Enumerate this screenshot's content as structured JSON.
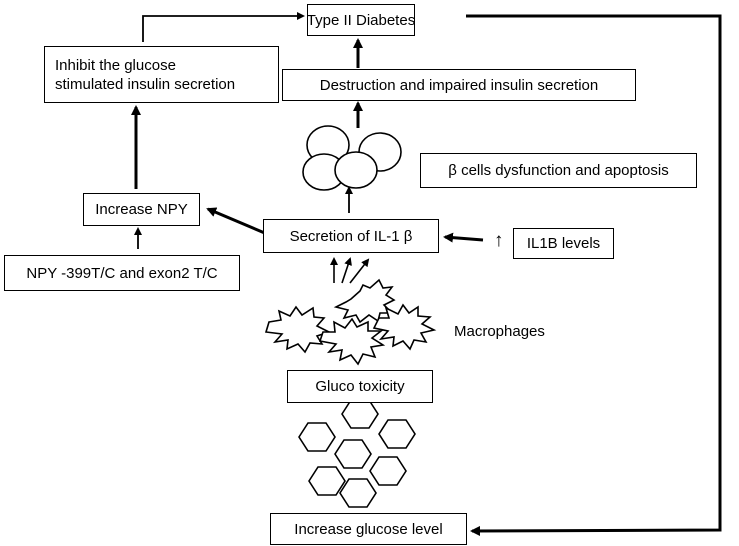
{
  "diagram": {
    "nodes": {
      "type2_diabetes": "Type II Diabetes",
      "inhibit_line1": "Inhibit the glucose",
      "inhibit_line2": "stimulated insulin secretion",
      "destruction": "Destruction and impaired insulin secretion",
      "beta_dysfunction": "β cells dysfunction and apoptosis",
      "increase_npy": "Increase NPY",
      "secretion_il1b": "Secretion of IL-1 β",
      "il1b_levels": "IL1B levels",
      "up_arrow_symbol": "↑",
      "npy_variants": "NPY -399T/C and exon2 T/C",
      "macrophages": "Macrophages",
      "gluco_toxicity": "Gluco toxicity",
      "increase_glucose": "Increase glucose level"
    }
  }
}
